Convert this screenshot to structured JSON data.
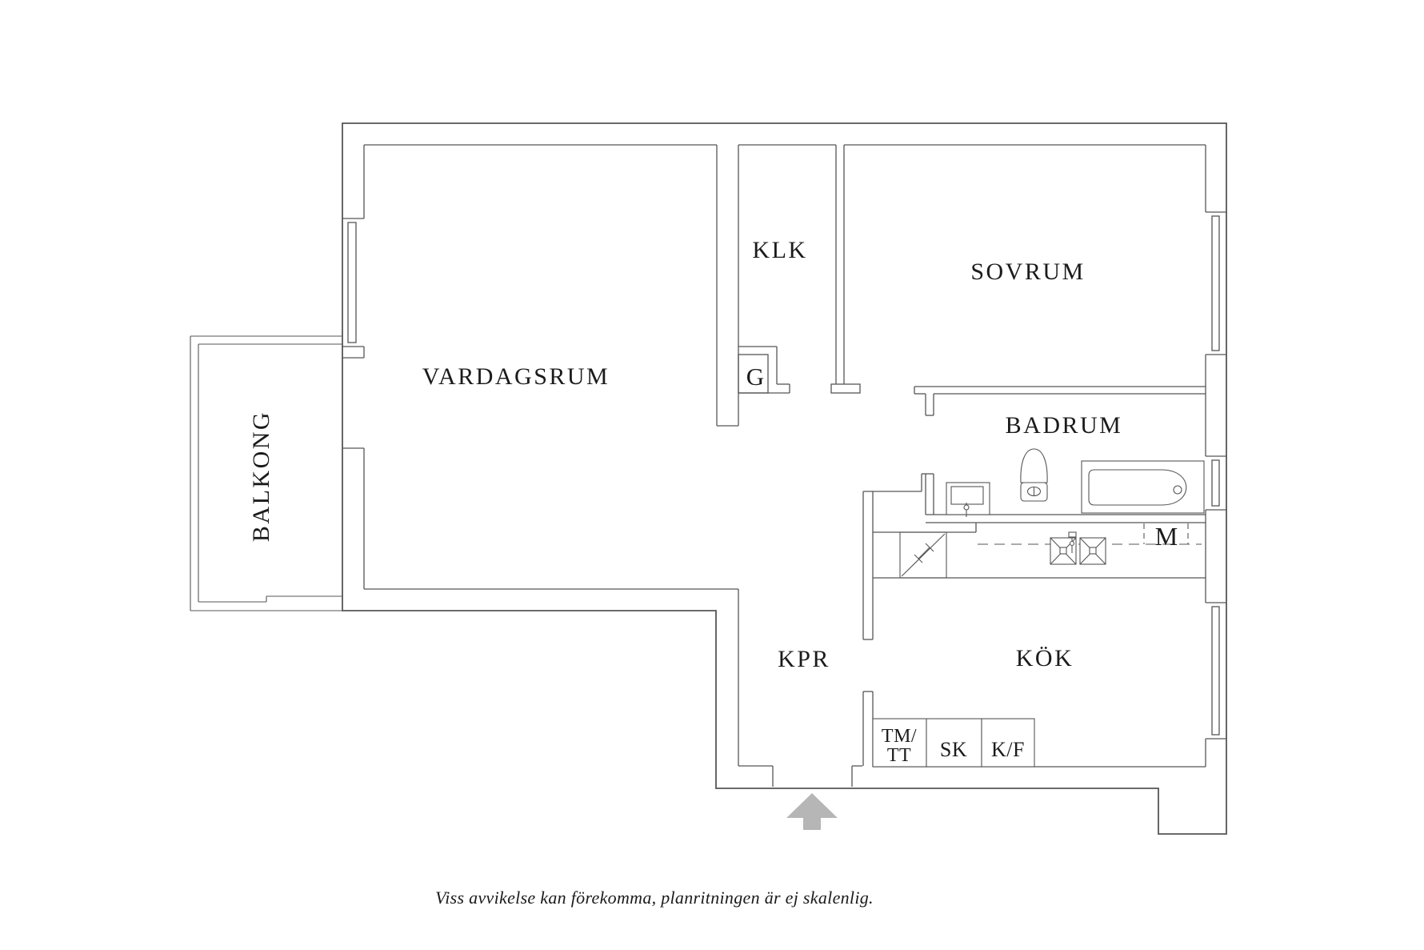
{
  "rooms": {
    "living_room": "VARDAGSRUM",
    "closet": "KLK",
    "bedroom": "SOVRUM",
    "bathroom": "BADRUM",
    "balcony": "BALKONG",
    "hallway": "KPR",
    "kitchen": "KÖK"
  },
  "fixtures": {
    "wardrobe": "G",
    "dishwasher": "M",
    "washer_dryer_line1": "TM/",
    "washer_dryer_line2": "TT",
    "tall_cabinet": "SK",
    "fridge_freezer": "K/F"
  },
  "caption": "Viss avvikelse kan förekomma, planritningen är ej skalenlig.",
  "colors": {
    "wall_line": "#565656",
    "label_text": "#1b1b1b",
    "entrance_arrow": "#b6b6b6",
    "background": "#ffffff"
  }
}
